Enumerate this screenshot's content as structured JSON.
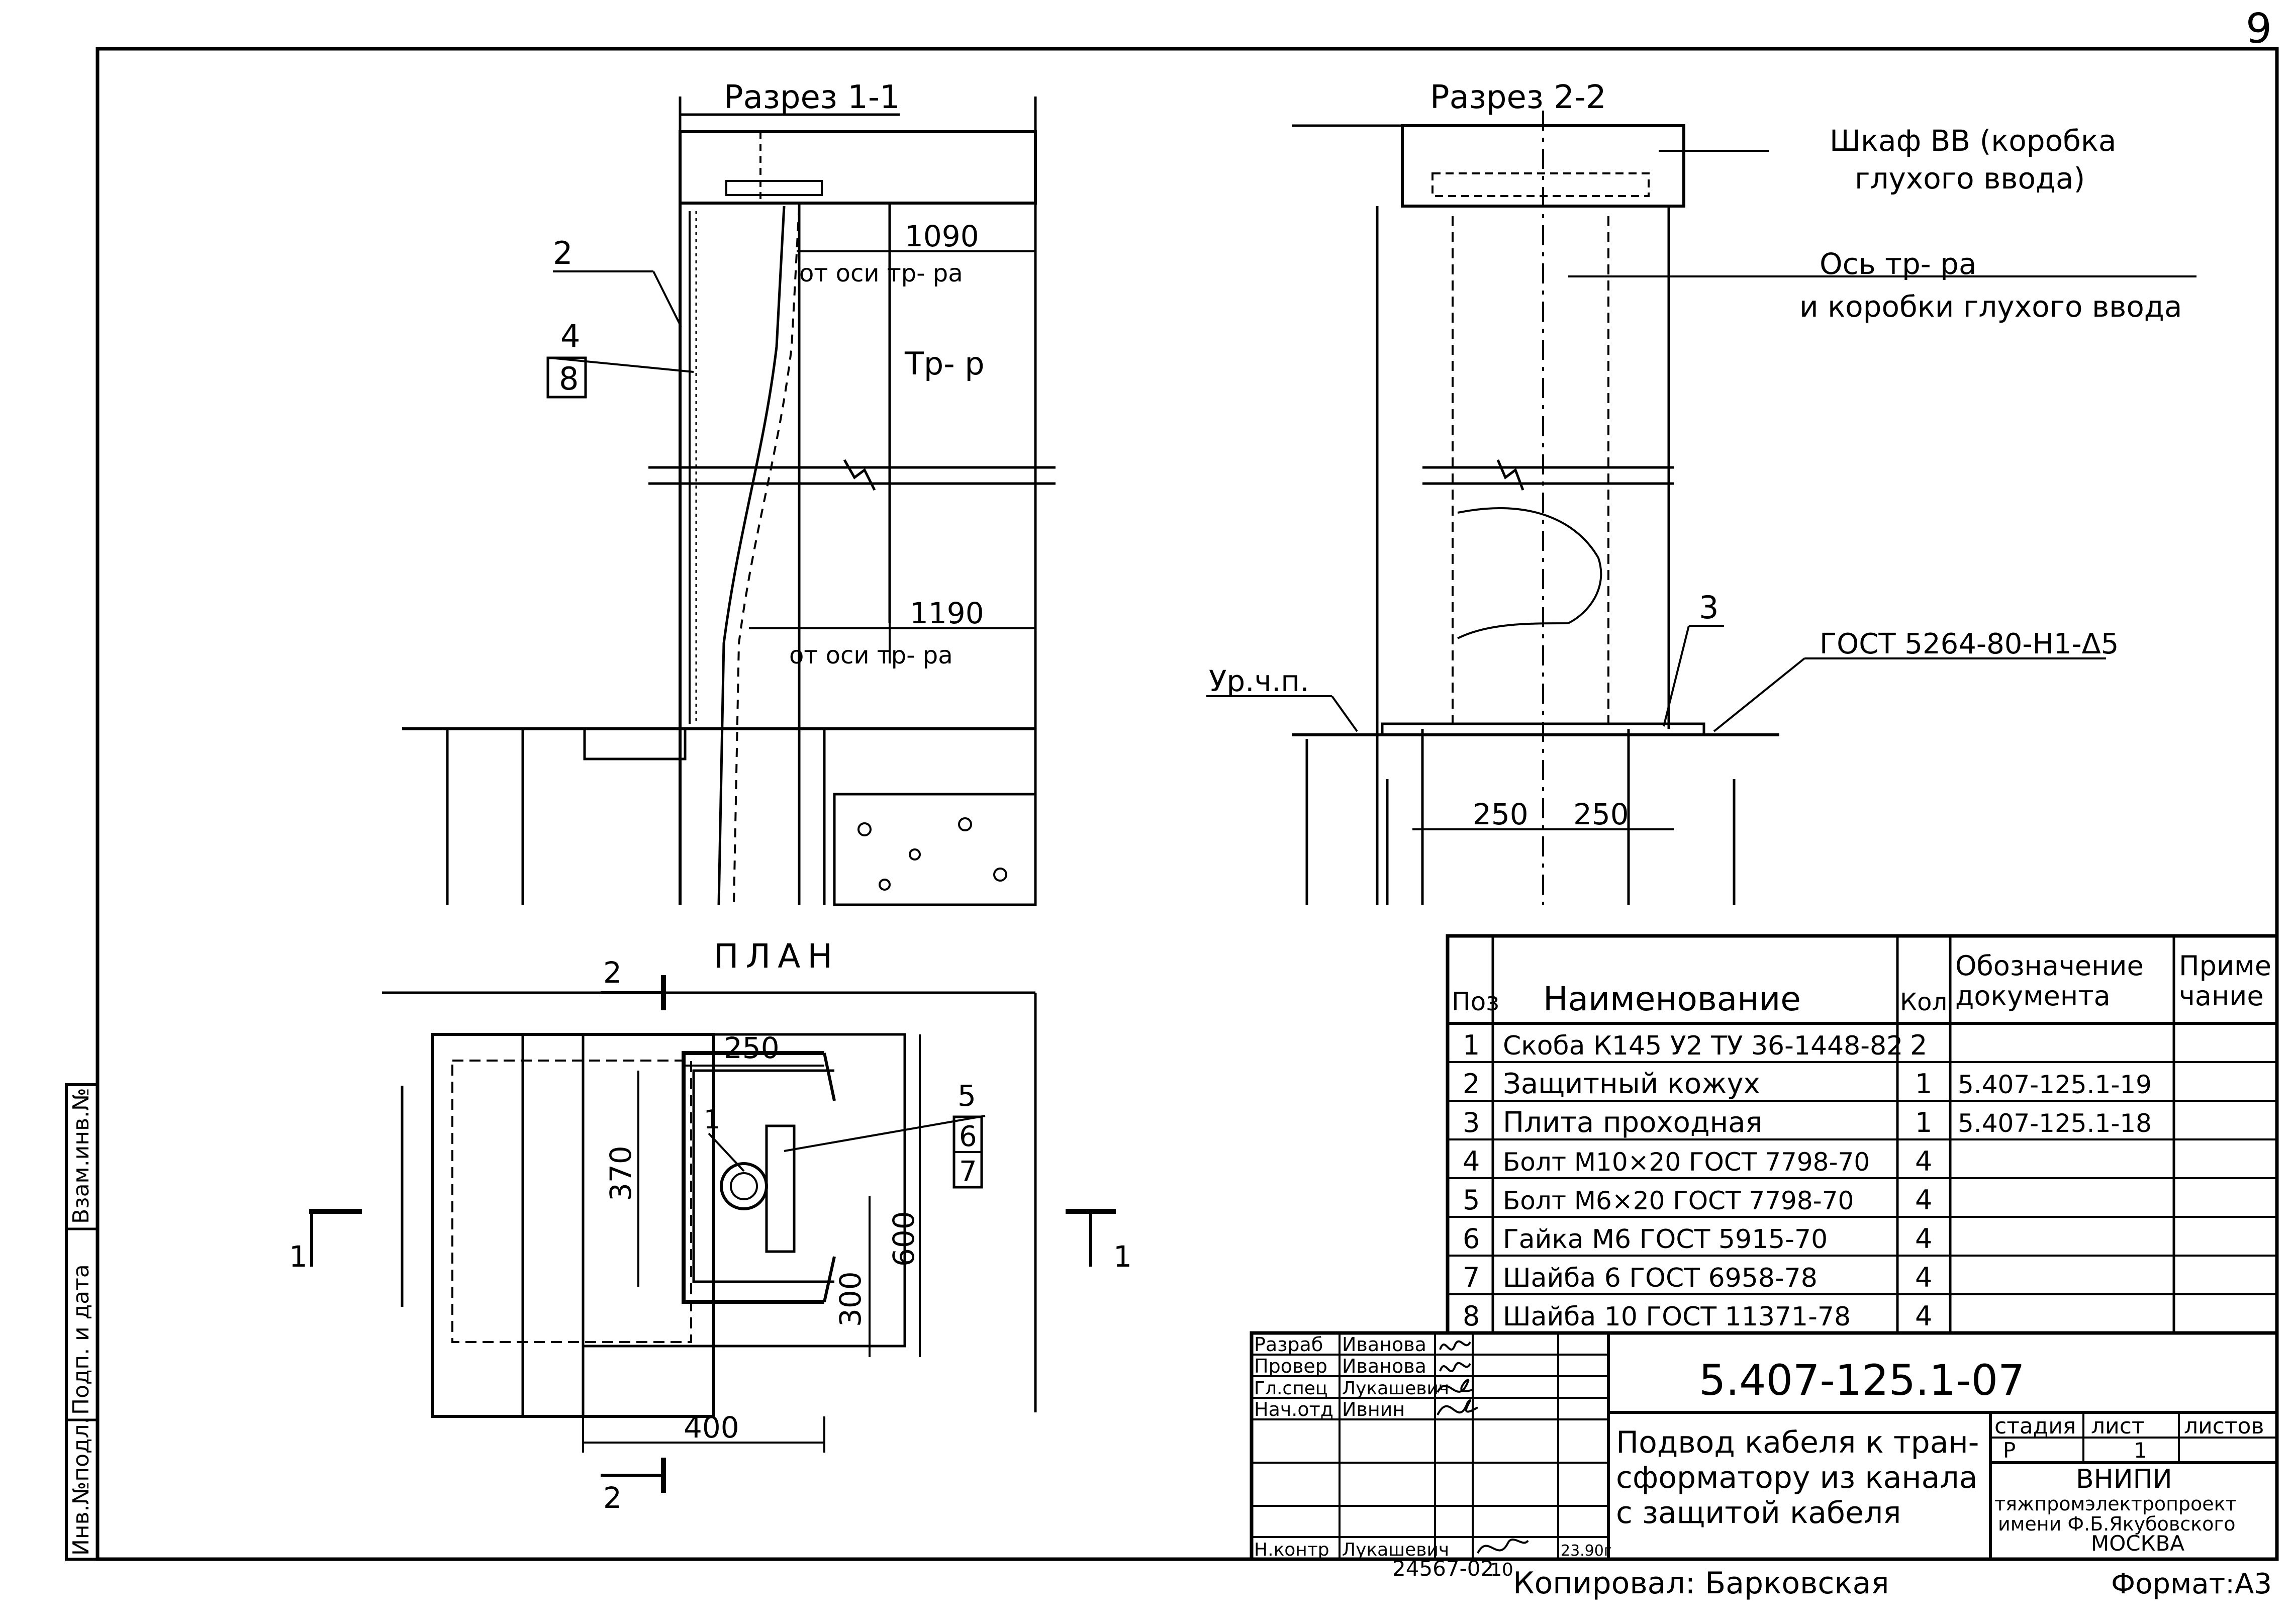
{
  "sheet": {
    "page_number": "9",
    "document_code": "5.407-125.1-07",
    "title_lines": [
      "Подвод кабеля к тран-",
      "сформатору из канала",
      "с защитой кабеля"
    ],
    "stage_label": "стадия",
    "sheet_label": "лист",
    "sheets_label": "листов",
    "stage_value": "Р",
    "sheet_value": "1",
    "org_lines": [
      "ВНИПИ",
      "тяжпромэлектропроект",
      "имени Ф.Б.Якубовского",
      "МОСКВА"
    ],
    "copied_by": "Копировал: Барковская",
    "format": "Формат:А3",
    "archive_no": "24567-02",
    "archive_no_suffix": "10",
    "left_margin_labels": [
      "Инв.№подл.",
      "Подп. и дата",
      "Взам.инв.№"
    ]
  },
  "stamp": {
    "rows": [
      {
        "role": "Разраб",
        "name": "Иванова",
        "date": ""
      },
      {
        "role": "Провер",
        "name": "Иванова",
        "date": ""
      },
      {
        "role": "Гл.спец",
        "name": "Лукашевич",
        "date": ""
      },
      {
        "role": "Нач.отд",
        "name": "Ивнин",
        "date": ""
      },
      {
        "role": "Н.контр",
        "name": "Лукашевич",
        "date": "23.90г"
      }
    ]
  },
  "section_1": {
    "title": "Разрез 1-1",
    "dim_top": "1090",
    "dim_top_note": "от оси тр- ра",
    "dim_bottom": "1190",
    "dim_bottom_note": "от оси тр- ра",
    "transformer_label": "Тр- р",
    "callout_2": "2",
    "callout_4_top": "4",
    "callout_4_bottom": "8"
  },
  "section_2": {
    "title": "Разрез 2-2",
    "cabinet_label": [
      "Шкаф ВВ (коробка",
      "глухого ввода)"
    ],
    "axis_label": [
      "Ось тр- ра",
      "и коробки глухого ввода"
    ],
    "floor_level": "Ур.ч.п.",
    "callout_3": "3",
    "weld_note": "ГОСТ 5264-80-Н1-Δ5",
    "dim_left": "250",
    "dim_right": "250"
  },
  "plan": {
    "title": "ПЛАН",
    "dim_250": "250",
    "dim_370": "370",
    "dim_600": "600",
    "dim_300": "300",
    "dim_400": "400",
    "callout_1": "1",
    "callout_5": "5",
    "callout_6": "6",
    "callout_7": "7",
    "cut_2_top": "2",
    "cut_2_bottom": "2",
    "cut_1_left": "1",
    "cut_1_right": "1"
  },
  "spec_table": {
    "headers": [
      "Поз",
      "Наименование",
      "Кол",
      "Обозначение документа",
      "Примечание"
    ],
    "header_lines": {
      "designation": [
        "Обозначение",
        "документа"
      ],
      "note": [
        "Приме",
        "чание"
      ]
    },
    "rows": [
      {
        "pos": "1",
        "name": "Скоба К145 У2 ТУ 36-1448-82",
        "qty": "2",
        "doc": "",
        "note": ""
      },
      {
        "pos": "2",
        "name": "Защитный кожух",
        "qty": "1",
        "doc": "5.407-125.1-19",
        "note": ""
      },
      {
        "pos": "3",
        "name": "Плита проходная",
        "qty": "1",
        "doc": "5.407-125.1-18",
        "note": ""
      },
      {
        "pos": "4",
        "name": "Болт М10×20 ГОСТ 7798-70",
        "qty": "4",
        "doc": "",
        "note": ""
      },
      {
        "pos": "5",
        "name": "Болт М6×20 ГОСТ 7798-70",
        "qty": "4",
        "doc": "",
        "note": ""
      },
      {
        "pos": "6",
        "name": "Гайка М6 ГОСТ 5915-70",
        "qty": "4",
        "doc": "",
        "note": ""
      },
      {
        "pos": "7",
        "name": "Шайба 6 ГОСТ 6958-78",
        "qty": "4",
        "doc": "",
        "note": ""
      },
      {
        "pos": "8",
        "name": "Шайба 10 ГОСТ 11371-78",
        "qty": "4",
        "doc": "",
        "note": ""
      }
    ]
  }
}
